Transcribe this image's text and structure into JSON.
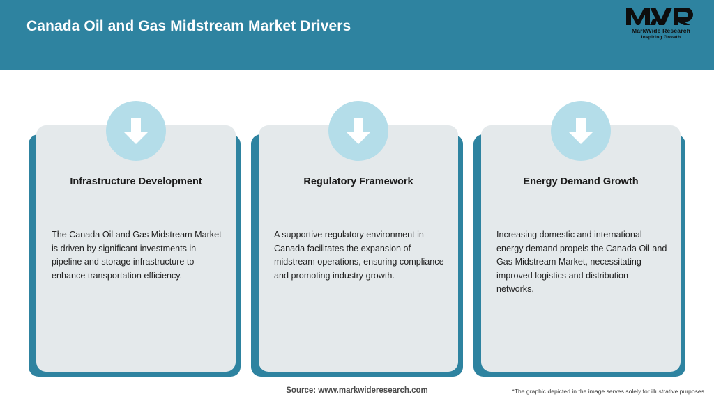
{
  "header": {
    "title": "Canada Oil and Gas Midstream Market Drivers",
    "background_color": "#2e83a0",
    "logo": {
      "mark_text": "MWR",
      "name": "MarkWide Research",
      "tagline": "Inspiring Growth",
      "icon": "mwr-logo-icon"
    }
  },
  "cards": [
    {
      "icon": "down-arrow-icon",
      "title": "Infrastructure Development",
      "body": "The Canada Oil and Gas Midstream Market is driven by significant investments in pipeline and storage infrastructure to enhance transportation efficiency."
    },
    {
      "icon": "down-arrow-icon",
      "title": "Regulatory Framework",
      "body": "A supportive regulatory environment in Canada facilitates the expansion of midstream operations, ensuring compliance and promoting industry growth."
    },
    {
      "icon": "down-arrow-icon",
      "title": "Energy Demand Growth",
      "body": "Increasing domestic and international energy demand propels the Canada Oil and Gas Midstream Market, necessitating improved logistics and distribution networks."
    }
  ],
  "footer": {
    "source": "Source: www.markwideresearch.com",
    "note": "*The graphic depicted in the image serves solely for illustrative purposes"
  },
  "colors": {
    "accent_teal": "#2e83a0",
    "badge_blue": "#b4dde9",
    "card_grey": "#e4e9eb",
    "page_background": "#ffffff"
  }
}
